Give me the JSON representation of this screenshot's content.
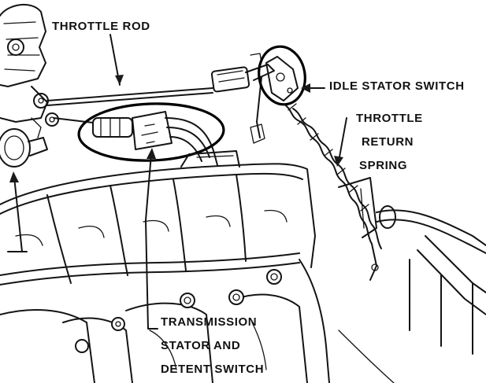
{
  "labels": {
    "throttle_rod": "THROTTLE ROD",
    "idle_stator_switch": "IDLE STATOR SWITCH",
    "throttle_return_spring": [
      "THROTTLE",
      "RETURN",
      "SPRING"
    ],
    "transmission_switch": [
      "TRANSMISSION",
      "STATOR AND",
      "DETENT SWITCH"
    ]
  },
  "colors": {
    "ink": "#141414",
    "background": "#ffffff"
  }
}
